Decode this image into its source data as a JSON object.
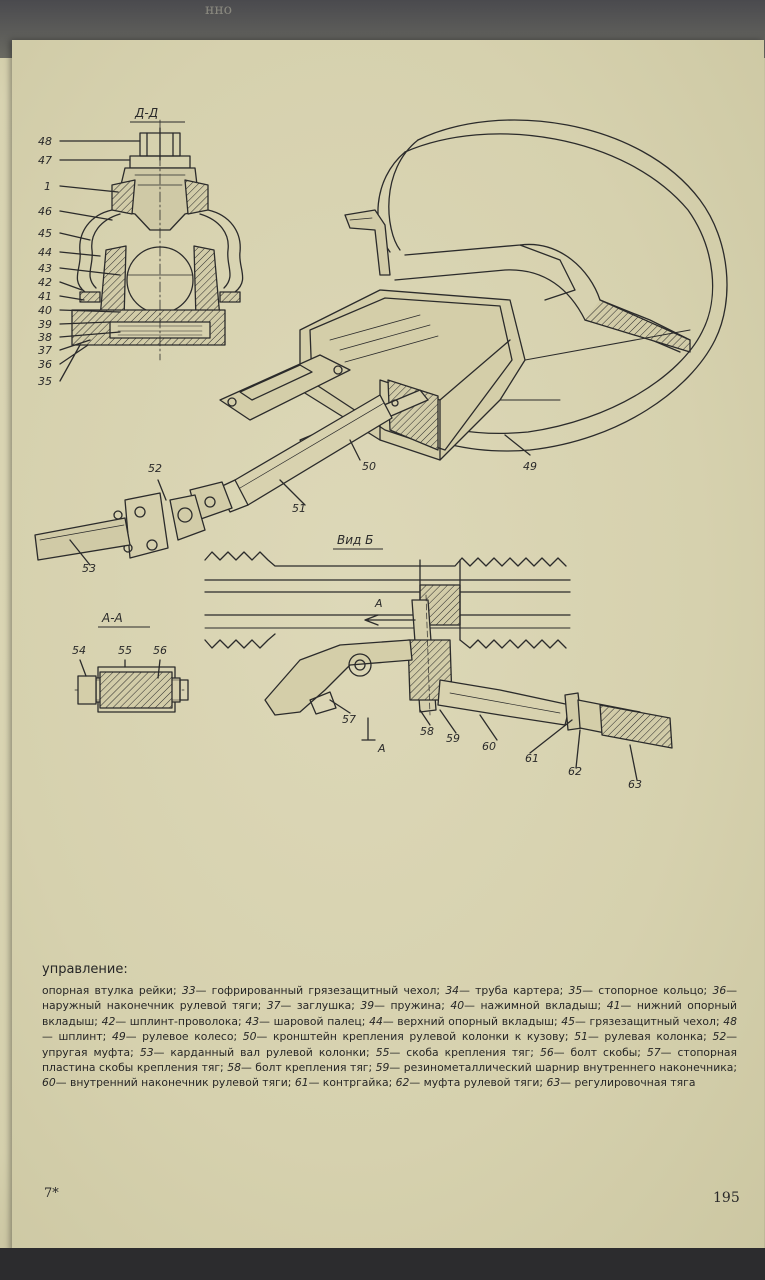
{
  "header_bleed": "нно",
  "figure": {
    "section_dd": "Д-Д",
    "section_aa": "А-А",
    "view_b": "Вид Б",
    "arrow_a": "А",
    "callouts": {
      "c48": "48",
      "c47": "47",
      "c1": "1",
      "c46": "46",
      "c45": "45",
      "c44": "44",
      "c43": "43",
      "c42": "42",
      "c41": "41",
      "c40": "40",
      "c39": "39",
      "c38": "38",
      "c37": "37",
      "c36": "36",
      "c35": "35",
      "c49": "49",
      "c50": "50",
      "c51": "51",
      "c52": "52",
      "c53": "53",
      "c54": "54",
      "c55": "55",
      "c56": "56",
      "c57": "57",
      "c58": "58",
      "c59": "59",
      "c60": "60",
      "c61": "61",
      "c62": "62",
      "c63": "63"
    }
  },
  "caption": {
    "heading": "управление:",
    "items": [
      {
        "num": "",
        "text": "опорная втулка рейки; "
      },
      {
        "num": "33",
        "text": "— гофрированный грязезащитный чехол; "
      },
      {
        "num": "34",
        "text": "— труба картера; "
      },
      {
        "num": "35",
        "text": "— стопорное кольцо; "
      },
      {
        "num": "36",
        "text": "— наружный наконечник рулевой тяги; "
      },
      {
        "num": "37",
        "text": "— заглушка; "
      },
      {
        "num": "39",
        "text": "— пружина; "
      },
      {
        "num": "40",
        "text": "— нажимной вкладыш; "
      },
      {
        "num": "41",
        "text": "— нижний опорный вкладыш; "
      },
      {
        "num": "42",
        "text": "— шплинт-проволока; "
      },
      {
        "num": "43",
        "text": "— шаровой палец; "
      },
      {
        "num": "44",
        "text": "— верхний опорный вкладыш; "
      },
      {
        "num": "45",
        "text": "— грязезащитный чехол; "
      },
      {
        "num": "48",
        "text": "— шплинт; "
      },
      {
        "num": "49",
        "text": "— рулевое колесо; "
      },
      {
        "num": "50",
        "text": "— кронштейн крепления рулевой колонки к кузову; "
      },
      {
        "num": "51",
        "text": "— рулевая колонка; "
      },
      {
        "num": "52",
        "text": "— упругая муфта; "
      },
      {
        "num": "53",
        "text": "— карданный вал рулевой колонки; "
      },
      {
        "num": "55",
        "text": "— скоба крепления тяг; "
      },
      {
        "num": "56",
        "text": "— болт скобы; "
      },
      {
        "num": "57",
        "text": "— стопорная пластина скобы крепления тяг; "
      },
      {
        "num": "58",
        "text": "— болт крепления тяг; "
      },
      {
        "num": "59",
        "text": "— резинометаллический шарнир внутреннего наконечника; "
      },
      {
        "num": "60",
        "text": "— внутренний наконечник рулевой тяги; "
      },
      {
        "num": "61",
        "text": "— контргайка; "
      },
      {
        "num": "62",
        "text": "— муфта рулевой тяги; "
      },
      {
        "num": "63",
        "text": "— регулировочная тяга"
      }
    ]
  },
  "footer": {
    "signature": "7*",
    "page_number": "195"
  }
}
